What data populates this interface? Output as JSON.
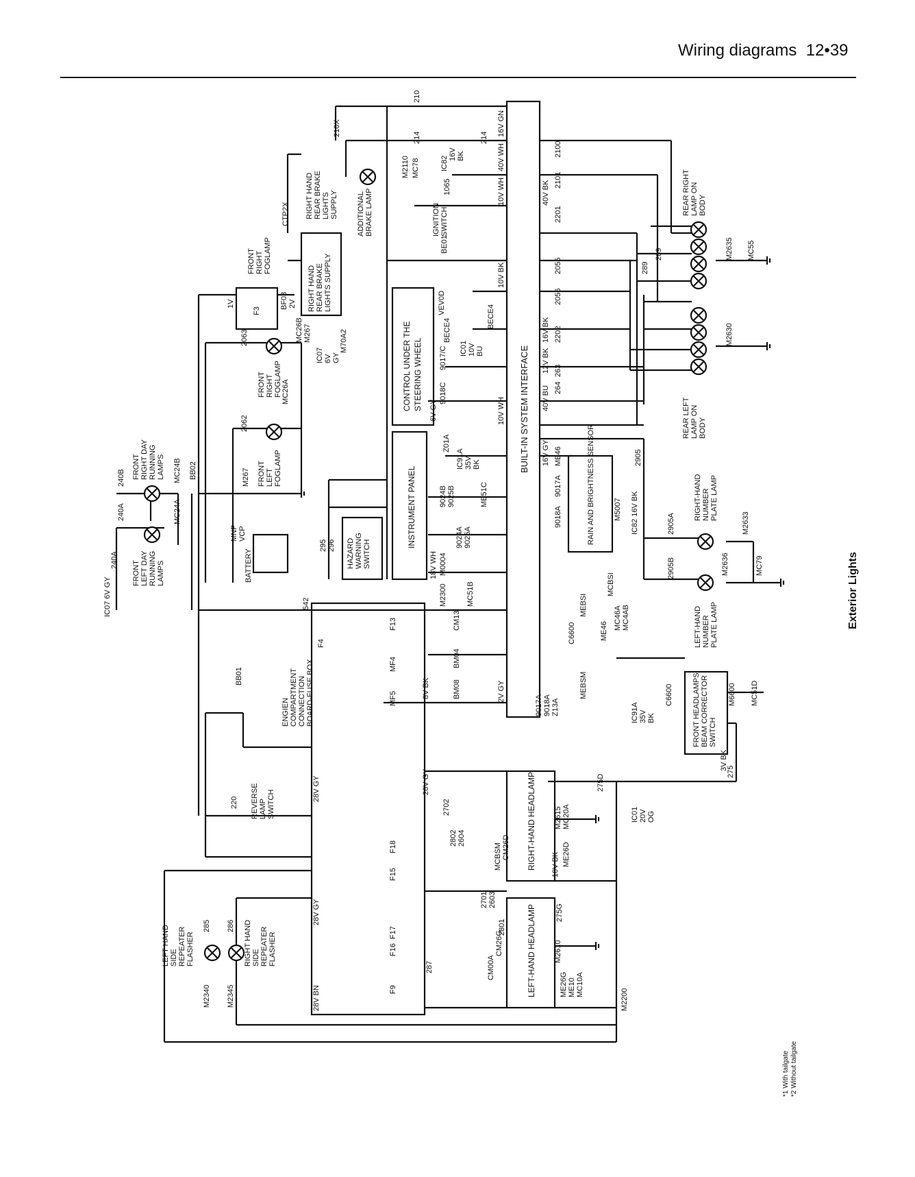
{
  "header": {
    "section": "Wiring diagrams",
    "page": "12•39"
  },
  "caption": "Exterior Lights",
  "footnotes": [
    "*1 With tailgate",
    "*2 Without tailgate"
  ],
  "components": {
    "bsi": "BUILT-IN SYSTEM INTERFACE",
    "fusebox": [
      "ENGIEN",
      "COMPARTMENT",
      "CONNECTION",
      "BOARD-FUSE BOX"
    ],
    "instrument_panel": "INSTRUMENT PANEL",
    "control_steering": [
      "CONTROL UNDER THE",
      "STEERING WHEEL"
    ],
    "rain_sensor": "RAIN AND BRIGHTNESS SENSOR",
    "rh_headlamp": "RIGHT-HAND HEADLAMP",
    "lh_headlamp": "LEFT-HAND HEADLAMP",
    "rh_brake_supply_top": [
      "RIGHT HAND",
      "REAR BRAKE",
      "LIGHTS",
      "SUPPLY"
    ],
    "rh_brake_supply_box": [
      "RIGHT HAND",
      "REAR BRAKE",
      "LIGHTS SUPPLY"
    ],
    "add_brake_lamp": [
      "ADDITIONAL",
      "BRAKE LAMP"
    ],
    "ignition_switch": [
      "IGNITION",
      "SWITCH"
    ],
    "rear_right_lamp": [
      "REAR RIGHT",
      "LAMP ON",
      "BODY"
    ],
    "rear_left_lamp": [
      "REAR LEFT",
      "LAMP ON",
      "BODY"
    ],
    "front_right_foglamp_top": [
      "FRONT",
      "RIGHT",
      "FOGLAMP"
    ],
    "front_right_foglamp": [
      "FRONT",
      "RIGHT",
      "FOGLAMP"
    ],
    "front_left_foglamp": [
      "FRONT",
      "LEFT",
      "FOGLAMP"
    ],
    "front_right_drl": [
      "FRONT",
      "RIGHT DAY",
      "RUNNING",
      "LAMPS"
    ],
    "front_left_drl": [
      "FRONT",
      "LEFT DAY",
      "RUNNING",
      "LAMPS"
    ],
    "hazard_switch": [
      "HAZARD",
      "WARNING",
      "SWITCH"
    ],
    "battery": "BATTERY",
    "reverse_switch": [
      "REVERSE",
      "LAMP",
      "SWITCH"
    ],
    "lh_repeater": [
      "LEFT HAND",
      "SIDE",
      "REPEATER",
      "FLASHER"
    ],
    "rh_repeater": [
      "RIGHT HAND",
      "SIDE",
      "REPEATER",
      "FLASHER"
    ],
    "rh_number_plate": [
      "RIGHT-HAND",
      "NUMBER",
      "PLATE LAMP"
    ],
    "lh_number_plate": [
      "LEFT-HAND",
      "NUMBER",
      "PLATE LAMP"
    ],
    "beam_corrector": [
      "FRONT HEADLAMPS",
      "BEAM CORRECTOR",
      "SWITCH"
    ]
  },
  "labels": {
    "w210": "210",
    "w210x": "210X",
    "w214a": "214",
    "w214b": "214",
    "w2100": "2100",
    "w2101": "2101",
    "w2201": "2201",
    "w2055": "2055",
    "w2056": "2056",
    "w2202": "2202",
    "w263": "263",
    "w264": "264",
    "w289a": "289",
    "w289b": "289",
    "w2905": "2905",
    "w2905a": "2905A",
    "w2905b": "2905B",
    "ctp2x": "CTP2X",
    "m2110": "M2110",
    "mc78": "MC78",
    "ic82a": "IC82",
    "ic82b": "16V",
    "ic82c": "BK",
    "w1065": "1065",
    "be01": "BE01",
    "m2635": "M2635",
    "mc55": "MC55",
    "m2630": "M2630",
    "conn16gn": "16V GN",
    "conn40wh": "40V WH",
    "conn10wh": "10V WH",
    "conn10bk": "10V BK",
    "conn40bk": "40V BK",
    "conn16bk": "16V BK",
    "conn12bk": "12V BK",
    "conn40bu": "40V BU",
    "conn16gy": "16V GY",
    "conn6gy": "6V GY",
    "conn10vwh": "10V WH",
    "conn18wh": "18V WH",
    "conn2vgy": "2V GY",
    "conn8vbk": "8V BK",
    "conn28vgy": "28V GY",
    "conn28vbn": "28V BN",
    "conn26vgy": "26V GY",
    "conn28vgy2": "28V GY",
    "conn10vbk": "10V BK",
    "conn3vbk": "3V BK",
    "vev0d": "VEV0D",
    "bece4a": "BECE4",
    "bece4b": "BECE4",
    "w9017c": "9017/C",
    "w9018c": "9018C",
    "ic01": "IC01",
    "ic01b": "10V",
    "ic01c": "BU",
    "z01a": "Z01A",
    "ic91a": "IC91A",
    "ic91b": "35V",
    "ic91c": "BK",
    "me51c": "ME51C",
    "w9024b": "9024B",
    "w9025b": "9025B",
    "w9024a": "9024A",
    "w9025a": "9025A",
    "m0004": "M0004",
    "m2300": "M2300",
    "mc51b": "MC51B",
    "me46": "ME46",
    "w9018a": "9018A",
    "w9017a": "9017A",
    "m5007": "M5007",
    "ic82r": "IC82 16V BK",
    "m2633": "M2633",
    "m2636": "M2636",
    "mc79": "MC79",
    "w295": "295",
    "w296": "296",
    "bf03": "BF03",
    "f3": "F3",
    "v1": "1V",
    "v2": "2V",
    "mc26b": "MC26B",
    "m267": "M267",
    "m70a2": "M70A2",
    "ic07": "IC07",
    "ic07b": "6V",
    "ic07c": "GY",
    "w2063": "2063",
    "w2062": "2062",
    "mc26a": "MC26A",
    "m267b": "M267",
    "bb02": "BB02",
    "mc24b": "MC24B",
    "mc24a": "MC24A",
    "w240b": "240B",
    "w240a": "240A",
    "w240a2": "240A",
    "ic07l": "IC07 6V GY",
    "mnp": "MNP",
    "vcp": "VCP",
    "w542": "542",
    "bb01": "BB01",
    "f4": "F4",
    "mf4": "MF4",
    "mf5": "MF5",
    "f13": "F13",
    "f18": "F18",
    "f15": "F15",
    "f17": "F17",
    "f16": "F16",
    "f9": "F9",
    "cm13": "CM13",
    "bm04": "BM04",
    "bm08": "BM08",
    "c6600": "C6600",
    "mebsi": "MEBSI",
    "mcbsi": "MCBSI",
    "mc46a": "MC46A",
    "mc4ab": "MC4AB",
    "me46b": "ME46",
    "mebsm": "MEBSM",
    "w9017b": "9017A",
    "w9018b": "9018A",
    "z13a": "Z13A",
    "w2702": "2702",
    "w2802": "2802",
    "w2604": "2604",
    "w2701": "2701",
    "w2603": "2603",
    "w2801": "2801",
    "w287": "287",
    "w275d": "275D",
    "w275": "275",
    "w275g": "275G",
    "m2615": "M2615",
    "mc20a": "MC20A",
    "me26d": "ME26D",
    "mcbsm": "MCBSM",
    "cm26d": "CM26D",
    "m2610": "M2610",
    "me10": "ME10",
    "mc10a": "MC10A",
    "me26g": "ME26G",
    "cm00a": "CM00A",
    "cm26g": "CM26G",
    "m2200": "M2200",
    "ic01o": "IC01",
    "ic01o2": "20V",
    "ic01o3": "OG",
    "ic91l": "IC91A",
    "ic91l2": "35V",
    "ic91l3": "BK",
    "c6600b": "C6600",
    "m6600": "M6600",
    "mc51d": "MC51D",
    "w220": "220",
    "w285": "285",
    "w286": "286",
    "m2340": "M2340",
    "m2345": "M2345"
  }
}
